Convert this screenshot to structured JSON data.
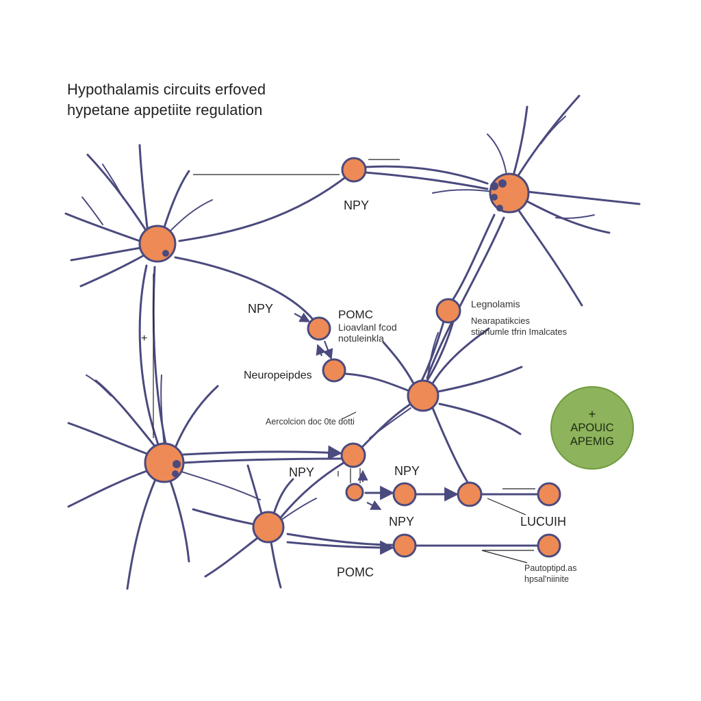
{
  "title": {
    "line1": "Hypothalamis circuits erfoved",
    "line2": "hypetane appetiite regulation"
  },
  "labels": {
    "npy_top": "NPY",
    "npy_left": "NPY",
    "pomc_mid": "POMC",
    "pomc_mid_sub1": "Lioavlanl fcod",
    "pomc_mid_sub2": "notuleinkla",
    "neuropeptides": "Neuropeipdes",
    "legend_title": "Legnolamis",
    "legend_sub1": "Nearapatikcies",
    "legend_sub2": "stionumle tfrin Imalcates",
    "annotation": "Aercolcion doc 0te dotti",
    "plus_left": "+",
    "npy_center": "NPY",
    "npy_right": "NPY",
    "npy_lower": "NPY",
    "lucuih": "LUCUIH",
    "pomc_bottom": "POMC",
    "peptides_bottom1": "Pautoptipd.as",
    "peptides_bottom2": "hpsal'niinite"
  },
  "badge": {
    "plus": "+",
    "line1": "APOUIC",
    "line2": "APEMIG",
    "color": "#8db35c"
  },
  "colors": {
    "neuron_body": "#ee8a55",
    "neuron_stroke": "#4a4a7e",
    "badge": "#8db35c"
  }
}
